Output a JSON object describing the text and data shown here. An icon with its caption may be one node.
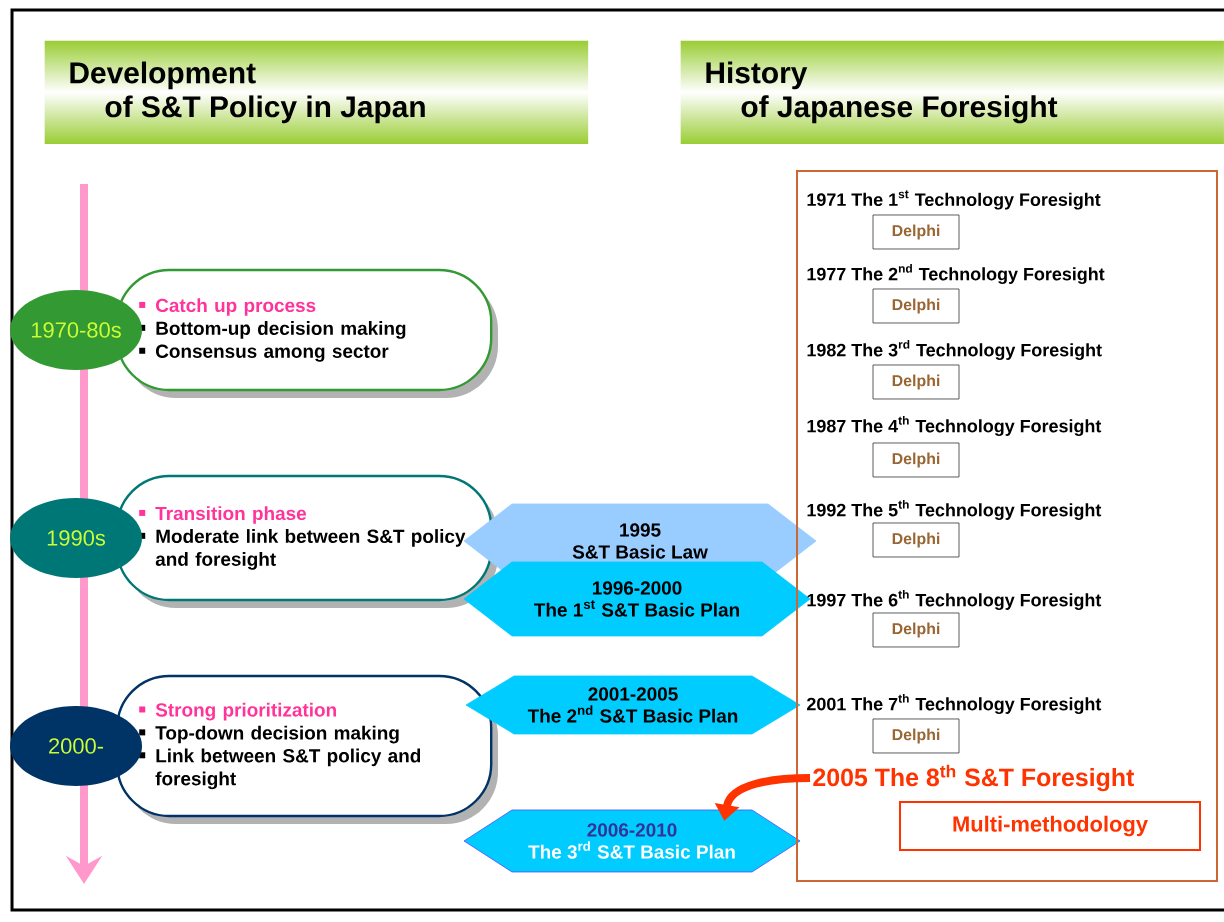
{
  "diagram": {
    "nodes": [
      {
        "text": [
          "Development of S&T Policy in Japan"
        ]
      },
      {
        "text": [
          "History of Japanese Foresight"
        ]
      },
      {
        "text": [
          "1970-80s"
        ]
      },
      {
        "text": [
          "Catch up process",
          "Bottom-up decision making",
          "Consensus among sector"
        ]
      },
      {
        "text": [
          "1990s"
        ]
      },
      {
        "text": [
          "Transition phase",
          "Moderate link between S&T policy and foresight"
        ]
      },
      {
        "text": [
          "2000-"
        ]
      },
      {
        "text": [
          "Strong prioritization",
          "Top-down decision making",
          "Link between S&T policy and foresight"
        ]
      },
      {
        "text": [
          "1995",
          "S&T Basic Law"
        ]
      },
      {
        "text": [
          "1996-2000",
          "The 1$^{st}$ S&T Basic Plan"
        ]
      },
      {
        "text": [
          "2001-2005",
          "The 2$^{nd}$ S&T Basic Plan"
        ]
      },
      {
        "text": [
          "2006-2010",
          "The 3$^{rd}$ S&T Basic Plan"
        ]
      },
      {
        "text": [
          "1971 The 1$^{st}$ Technology Foresight",
          "1977 The 2$^{nd}$ Technology Foresight",
          "1982 The 3$^{rd}$ Technology Foresight",
          "1987 The 4$^{th}$ Technology Foresight",
          "1992 The 5$^{th}$ Technology Foresight",
          "1997 The 6$^{th}$ Technology Foresight",
          "2001 The 7$^{th}$ Technology Foresight"
        ]
      },
      {
        "text": [
          "Delphi"
        ],
        "in": 12
      },
      {
        "text": [
          "Delphi"
        ],
        "in": 12
      },
      {
        "text": [
          "Delphi"
        ],
        "in": 12
      },
      {
        "text": [
          "Delphi"
        ],
        "in": 12
      },
      {
        "text": [
          "Delphi"
        ],
        "in": 12
      },
      {
        "text": [
          "Delphi"
        ],
        "in": 12
      },
      {
        "text": [
          "Delphi"
        ],
        "in": 12
      },
      {
        "text": [
          "2005 The 8$^{th}$ S&T Foresight"
        ],
        "in": 12
      },
      {
        "text": [
          "Multi-methodology"
        ],
        "in": 12
      }
    ],
    "edges": [
      {
        "from": 20,
        "to": 11,
        "arrow": "to",
        "color": "#ff3300"
      }
    ]
  }
}
